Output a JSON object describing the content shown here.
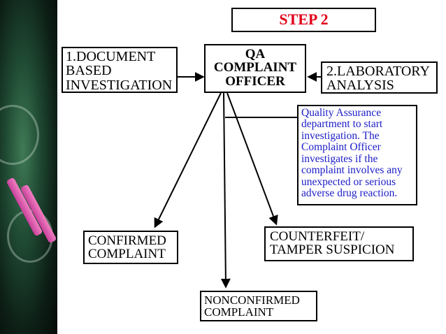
{
  "step_title": "STEP 2",
  "nodes": {
    "document_investigation": "1.DOCUMENT\nBASED\nINVESTIGATION",
    "qa_officer": "QA\nCOMPLAINT\nOFFICER",
    "laboratory_analysis": "2.LABORATORY\nANALYSIS",
    "note": "Quality Assurance department to start investigation. The Complaint Officer investigates if the complaint involves any unexpected or serious adverse drug reaction.",
    "confirmed_complaint": "CONFIRMED\nCOMPLAINT",
    "counterfeit_suspicion": "COUNTERFEIT/\nTAMPER SUSPICION",
    "nonconfirmed_complaint": "NONCONFIRMED\nCOMPLAINT"
  },
  "colors": {
    "step_title": "#e1001a",
    "note_text": "#1c1cc8"
  }
}
